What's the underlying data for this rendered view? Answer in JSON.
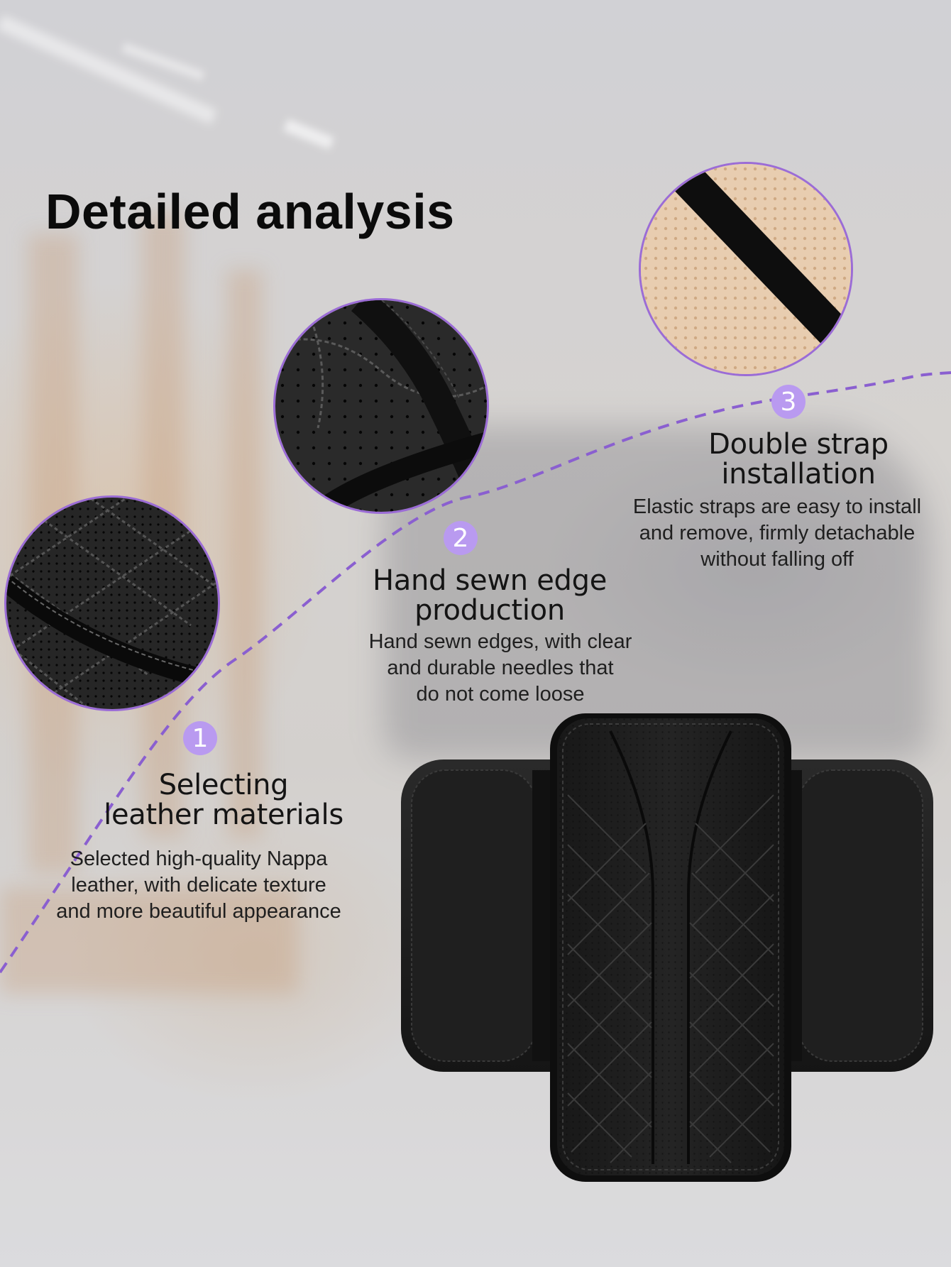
{
  "title": "Detailed analysis",
  "colors": {
    "accent": "#9b6cd6",
    "badge": "#b99af0",
    "leather": "#1c1c1c",
    "strap_backing": "#e8cdb0"
  },
  "features": [
    {
      "number": "1",
      "heading_lines": [
        "Selecting",
        "leather materials"
      ],
      "description_lines": [
        "Selected high-quality Nappa",
        "leather, with delicate texture",
        "and more beautiful appearance"
      ]
    },
    {
      "number": "2",
      "heading_lines": [
        "Hand sewn edge",
        "production"
      ],
      "description_lines": [
        "Hand sewn edges, with clear",
        "and durable needles that",
        "do not come loose"
      ]
    },
    {
      "number": "3",
      "heading_lines": [
        "Double strap",
        "installation"
      ],
      "description_lines": [
        "Elastic straps are easy to install",
        "and remove, firmly detachable",
        "without falling off"
      ]
    }
  ]
}
